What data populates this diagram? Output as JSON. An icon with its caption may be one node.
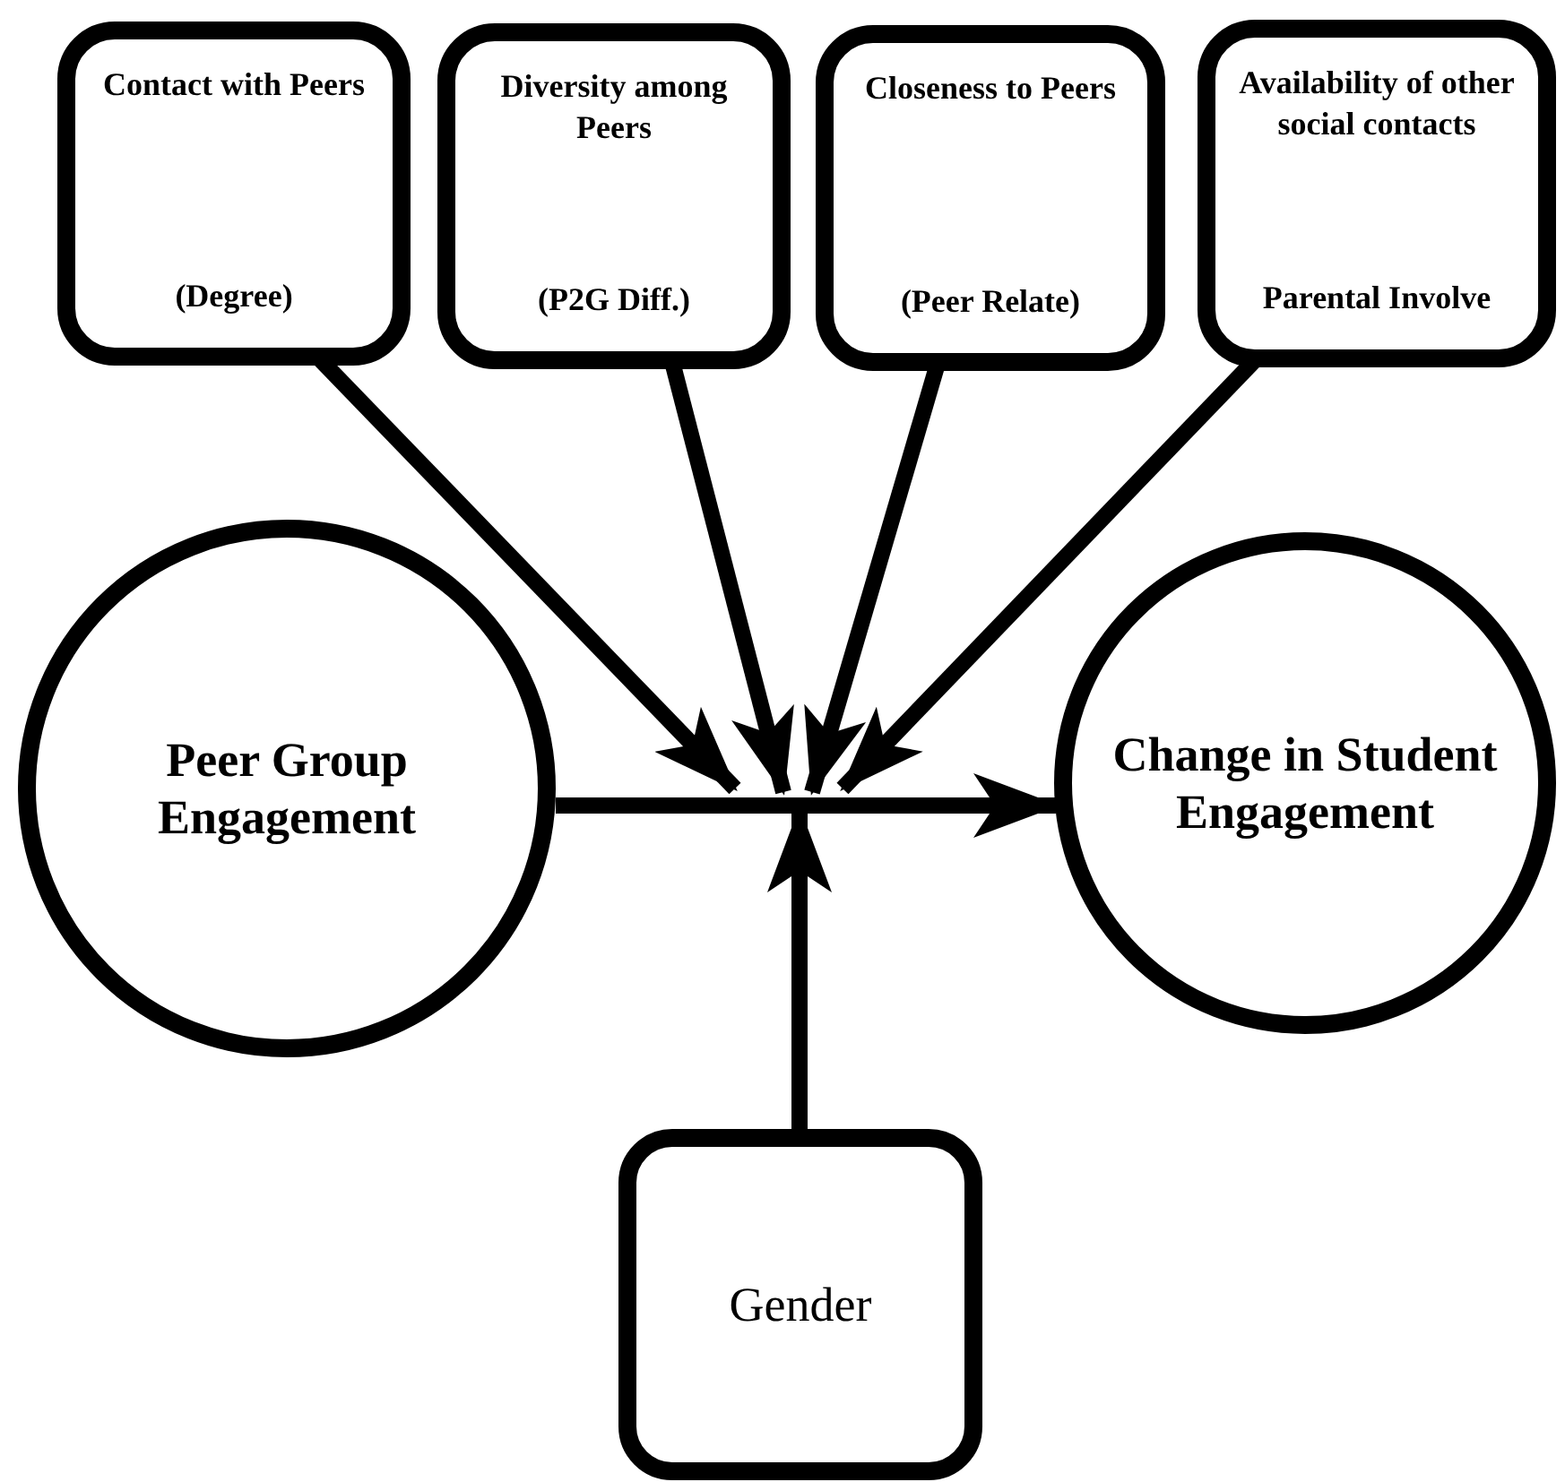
{
  "diagram": {
    "nodes": [
      {
        "text": [
          "Contact with Peers",
          "(Degree)"
        ]
      },
      {
        "text": [
          "Diversity among Peers",
          "(P2G Diff.)"
        ]
      },
      {
        "text": [
          "Closeness to Peers",
          "(Peer Relate)"
        ]
      },
      {
        "text": [
          "Availability of other social contacts",
          "Parental Involve"
        ]
      },
      {
        "text": [
          "Peer Group Engagement"
        ]
      },
      {
        "text": [
          "Change in Student Engagement"
        ]
      },
      {
        "text": [
          "Gender"
        ]
      }
    ],
    "edges": [
      {
        "from": 4,
        "to": 5,
        "arrow": "to"
      },
      {
        "from": 0,
        "to": null,
        "arrow": "to"
      },
      {
        "from": 1,
        "to": null,
        "arrow": "to"
      },
      {
        "from": 2,
        "to": null,
        "arrow": "to"
      },
      {
        "from": 3,
        "to": null,
        "arrow": "to"
      },
      {
        "from": 6,
        "to": null,
        "arrow": "to"
      }
    ]
  }
}
